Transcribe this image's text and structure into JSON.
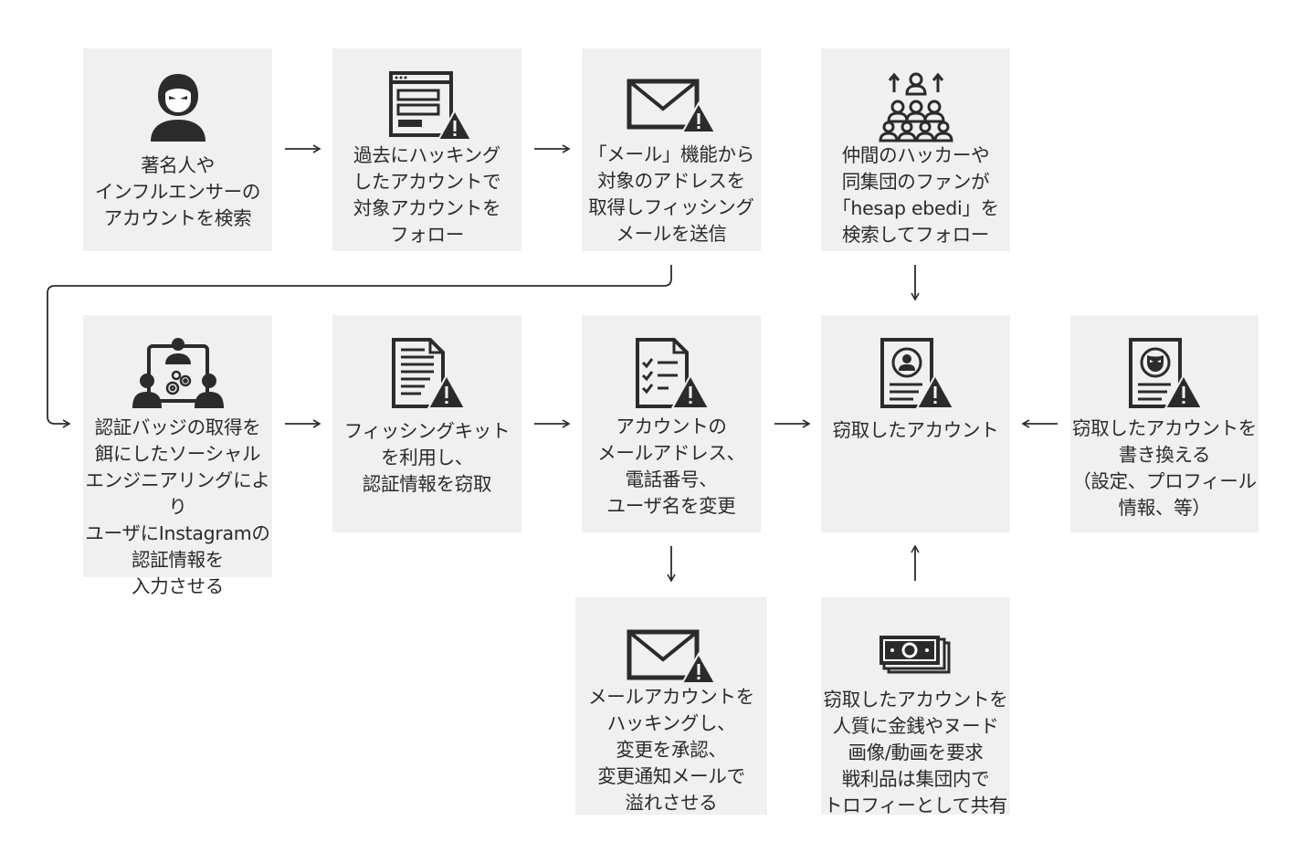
{
  "nodes": {
    "search_celebrity": {
      "label": "著名人や\nインフルエンサーの\nアカウントを検索",
      "icon": "hacker-icon"
    },
    "follow_target": {
      "label": "過去にハッキング\nしたアカウントで\n対象アカウントを\nフォロー",
      "icon": "browser-warning-icon"
    },
    "get_email": {
      "label": "「メール」機能から\n対象のアドレスを\n取得しフィッシング\nメールを送信",
      "icon": "envelope-warning-icon"
    },
    "fellow_hackers": {
      "label": "仲間のハッカーや\n同集団のファンが\n「hesap ebedi」を\n検索してフォロー",
      "icon": "people-group-icon"
    },
    "social_engineering": {
      "label": "認証バッジの取得を\n餌にしたソーシャル\nエンジニアリングにより\nユーザにInstagramの\n認証情報を\n入力させる",
      "icon": "social-engineering-icon"
    },
    "phishing_kit": {
      "label": "フィッシングキット\nを利用し、\n認証情報を窃取",
      "icon": "document-warning-icon"
    },
    "change_details": {
      "label": "アカウントの\nメールアドレス、\n電話番号、\nユーザ名を変更",
      "icon": "checklist-warning-icon"
    },
    "stolen_account": {
      "label": "窃取したアカウント",
      "icon": "profile-card-warning-icon"
    },
    "rewrite_account": {
      "label": "窃取したアカウントを\n書き換える\n（設定、プロフィール\n情報、等）",
      "icon": "mask-card-warning-icon"
    },
    "hack_email": {
      "label": "メールアカウントを\nハッキングし、\n変更を承認、\n変更通知メールで\n溢れさせる",
      "icon": "envelope-warning-icon"
    },
    "ransom": {
      "label": "窃取したアカウントを\n人質に金銭やヌード\n画像/動画を要求\n戦利品は集団内で\nトロフィーとして共有",
      "icon": "money-stack-icon"
    }
  },
  "colors": {
    "box_fill": "#f0f0f0",
    "icon_dark": "#2b2b2b",
    "text": "#2a2a2a",
    "arrow": "#2b2b2b"
  }
}
